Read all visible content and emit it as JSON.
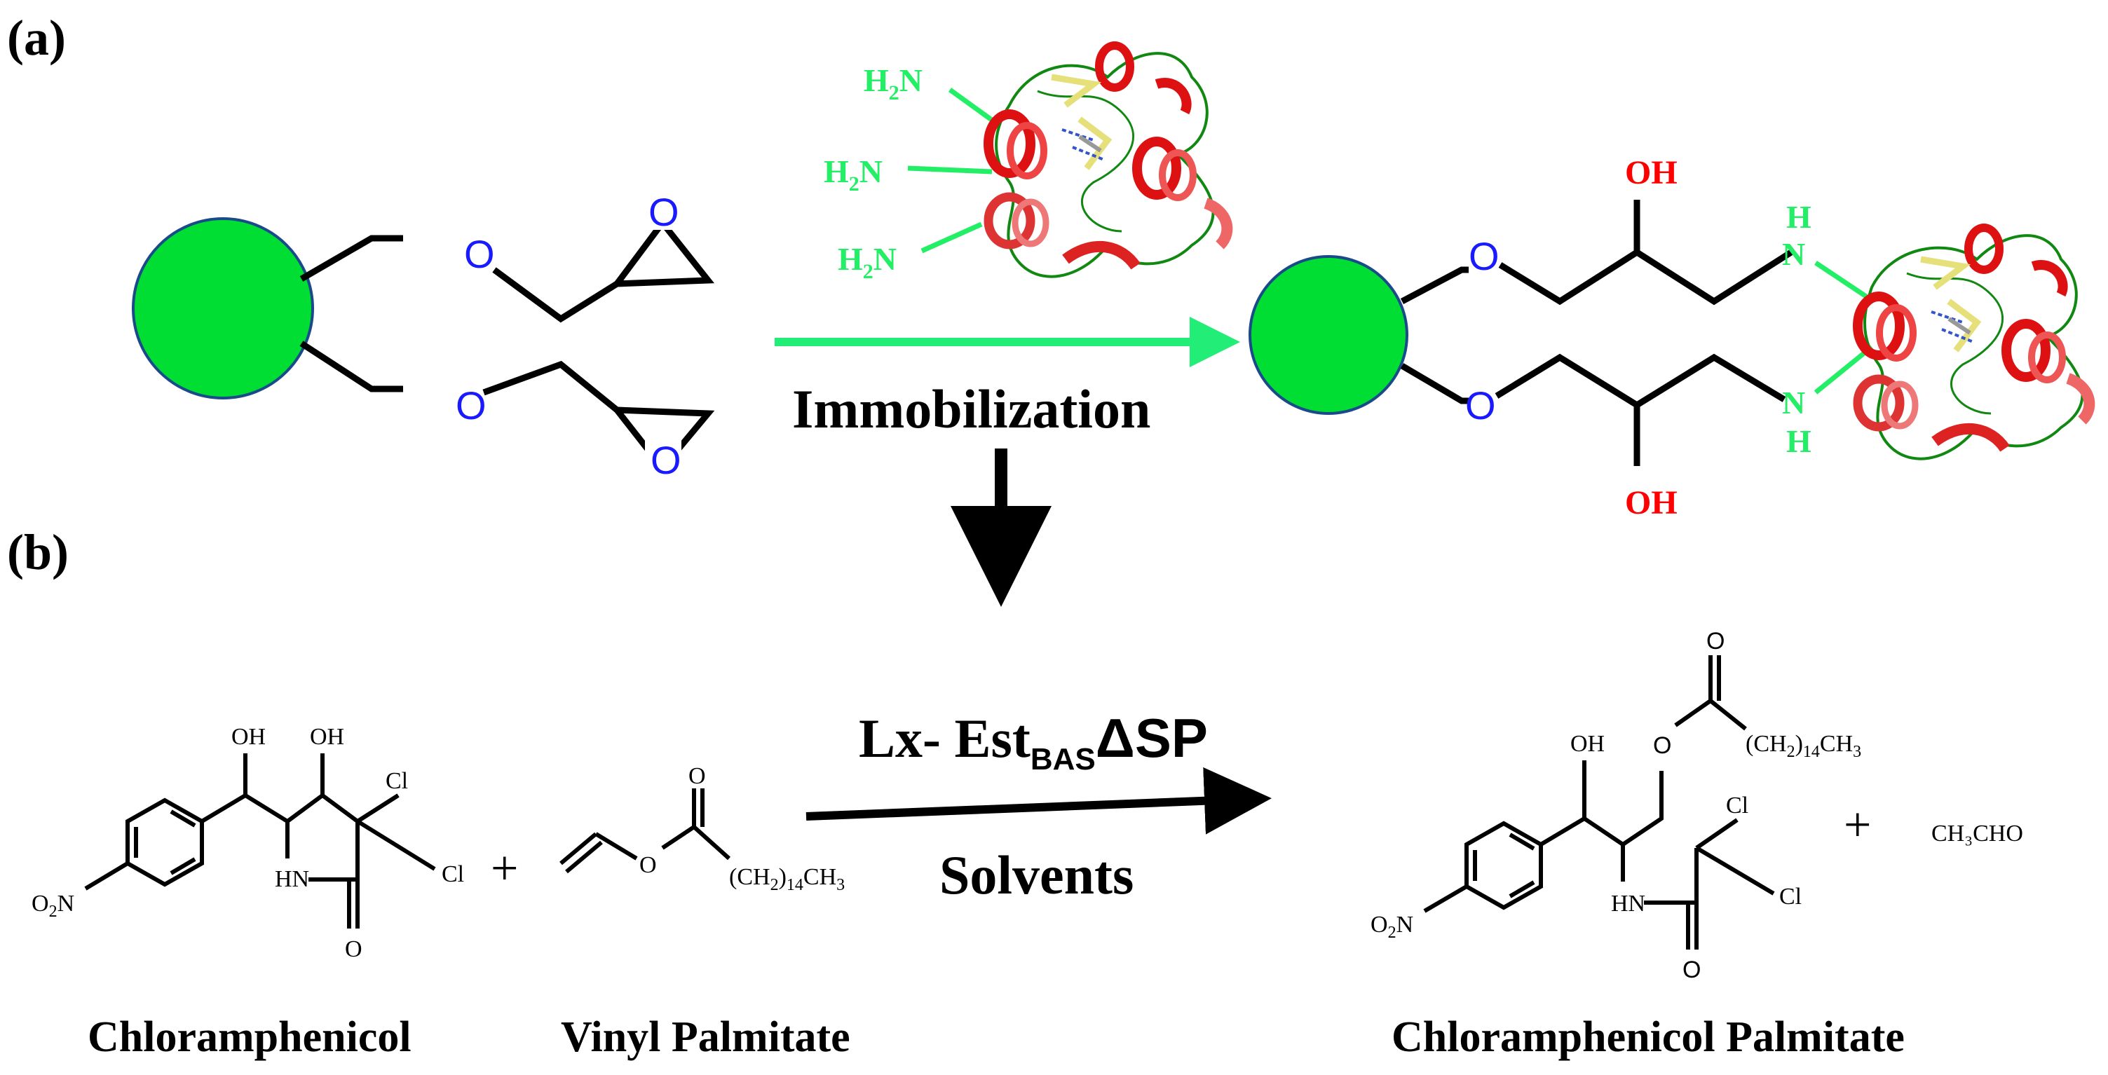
{
  "panels": {
    "a": "(a)",
    "b": "(b)"
  },
  "colors": {
    "bead": "#00dd33",
    "bead_stroke": "#1a4a8a",
    "oxygen": "#1a1aff",
    "hydroxyl": "#ff0000",
    "amine": "#22ee66",
    "helix": "#dd1111",
    "green_arrow": "#22ee77"
  },
  "atoms": {
    "O": "O",
    "OH": "OH",
    "H2N": {
      "main": "H",
      "sub": "2",
      "end": "N"
    },
    "H": "H",
    "N": "N"
  },
  "reaction_a": {
    "label": "Immobilization"
  },
  "reaction_b": {
    "catalyst": {
      "base": "Lx- Est",
      "sub": "BAS",
      "end": "ΔSP"
    },
    "conditions": "Solvents",
    "plus": "+",
    "byproduct": "CH₃CHO"
  },
  "molecules": {
    "chloramphenicol": {
      "name": "Chloramphenicol",
      "oh1": "OH",
      "oh2": "OH",
      "hn": "HN",
      "cl1": "Cl",
      "cl2": "Cl",
      "o": "O",
      "o2n": {
        "main": "O",
        "sub": "2",
        "end": "N"
      }
    },
    "vinyl_palmitate": {
      "name": "Vinyl Palmitate",
      "o1": "O",
      "o2": "O",
      "chain": {
        "a": "(CH",
        "s1": "2",
        "b": ")",
        "s2": "14",
        "c": "CH",
        "s3": "3"
      }
    },
    "chloramphenicol_palmitate": {
      "name": "Chloramphenicol Palmitate",
      "oh": "OH",
      "o_ester": "O",
      "o_carbonyl": "O",
      "hn": "HN",
      "cl1": "Cl",
      "cl2": "Cl",
      "o_amide": "O",
      "o2n": {
        "main": "O",
        "sub": "2",
        "end": "N"
      },
      "chain": {
        "a": "(CH",
        "s1": "2",
        "b": ")",
        "s2": "14",
        "c": "CH",
        "s3": "3"
      }
    }
  }
}
